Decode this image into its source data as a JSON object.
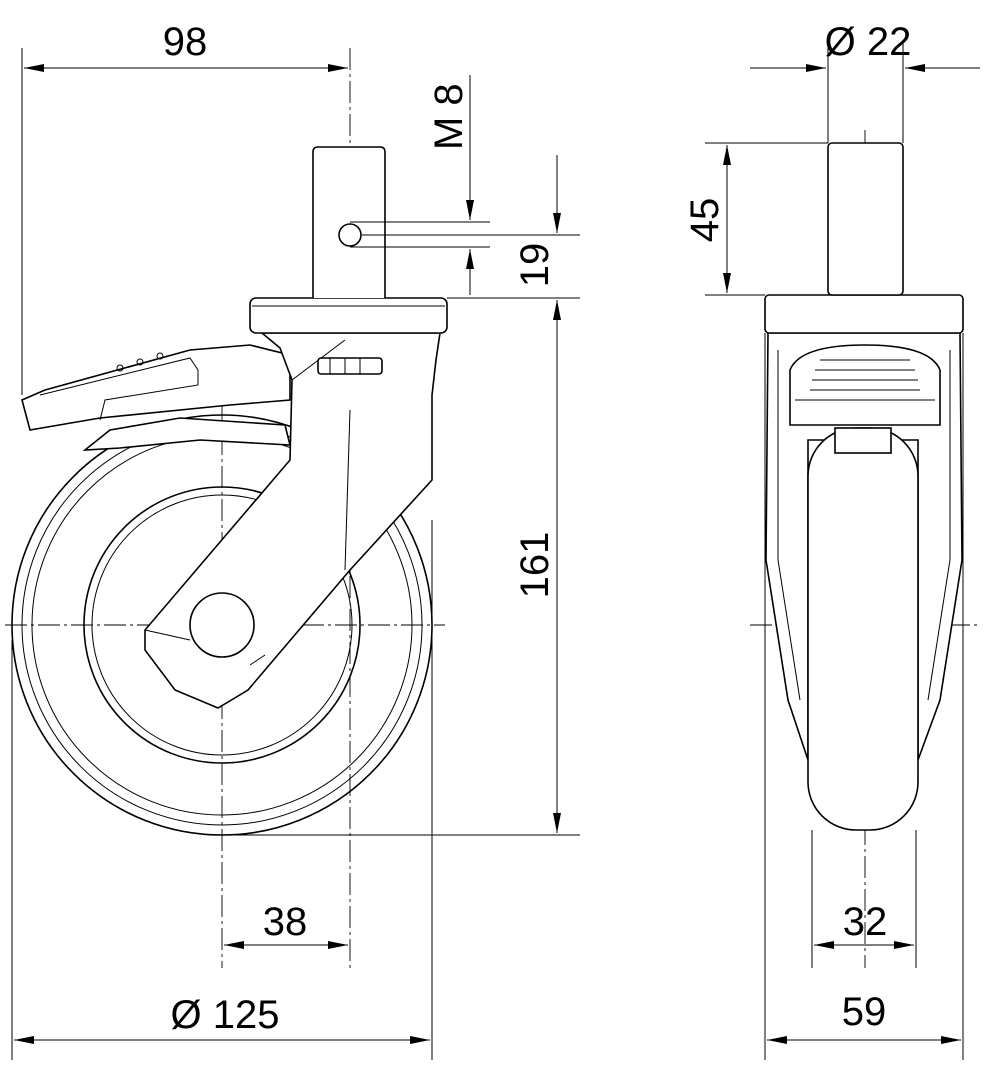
{
  "drawing": {
    "title": "Swivel castor with brake - technical drawing",
    "dimensions": {
      "offset_width": "98",
      "thread": "M 8",
      "hole_height": "19",
      "stem_length": "45",
      "stem_diameter": "Ø 22",
      "total_height": "161",
      "swivel_offset": "38",
      "wheel_diameter": "Ø 125",
      "wheel_width": "32",
      "fork_width": "59"
    }
  }
}
